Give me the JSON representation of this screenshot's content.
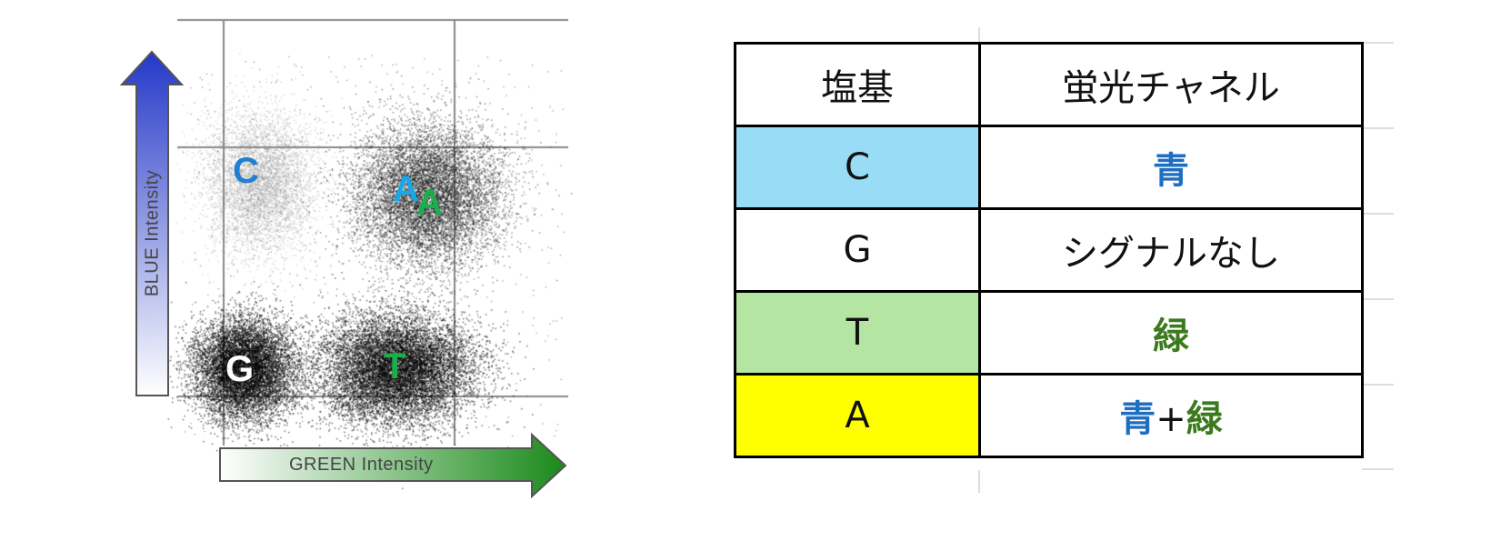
{
  "plot": {
    "y_axis_label": "BLUE Intensity",
    "x_axis_label": "GREEN Intensity",
    "clusters": [
      {
        "label": "C",
        "color": "#1f7fd0"
      },
      {
        "label": "A",
        "color": "#18a8e8"
      },
      {
        "label": "A",
        "color": "#19b04a"
      },
      {
        "label": "G",
        "color": "#ffffff"
      },
      {
        "label": "T",
        "color": "#19b04a"
      }
    ]
  },
  "table": {
    "headers": [
      "塩基",
      "蛍光チャネル"
    ],
    "rows": [
      {
        "base": "C",
        "channel": [
          "青"
        ],
        "fill": "#99dcf5"
      },
      {
        "base": "G",
        "channel": [
          "シグナルなし"
        ],
        "fill": "#ffffff"
      },
      {
        "base": "T",
        "channel": [
          "緑"
        ],
        "fill": "#b5e5a2"
      },
      {
        "base": "A",
        "channel": [
          "青",
          "+",
          "緑"
        ],
        "fill": "#ffff00"
      }
    ]
  }
}
